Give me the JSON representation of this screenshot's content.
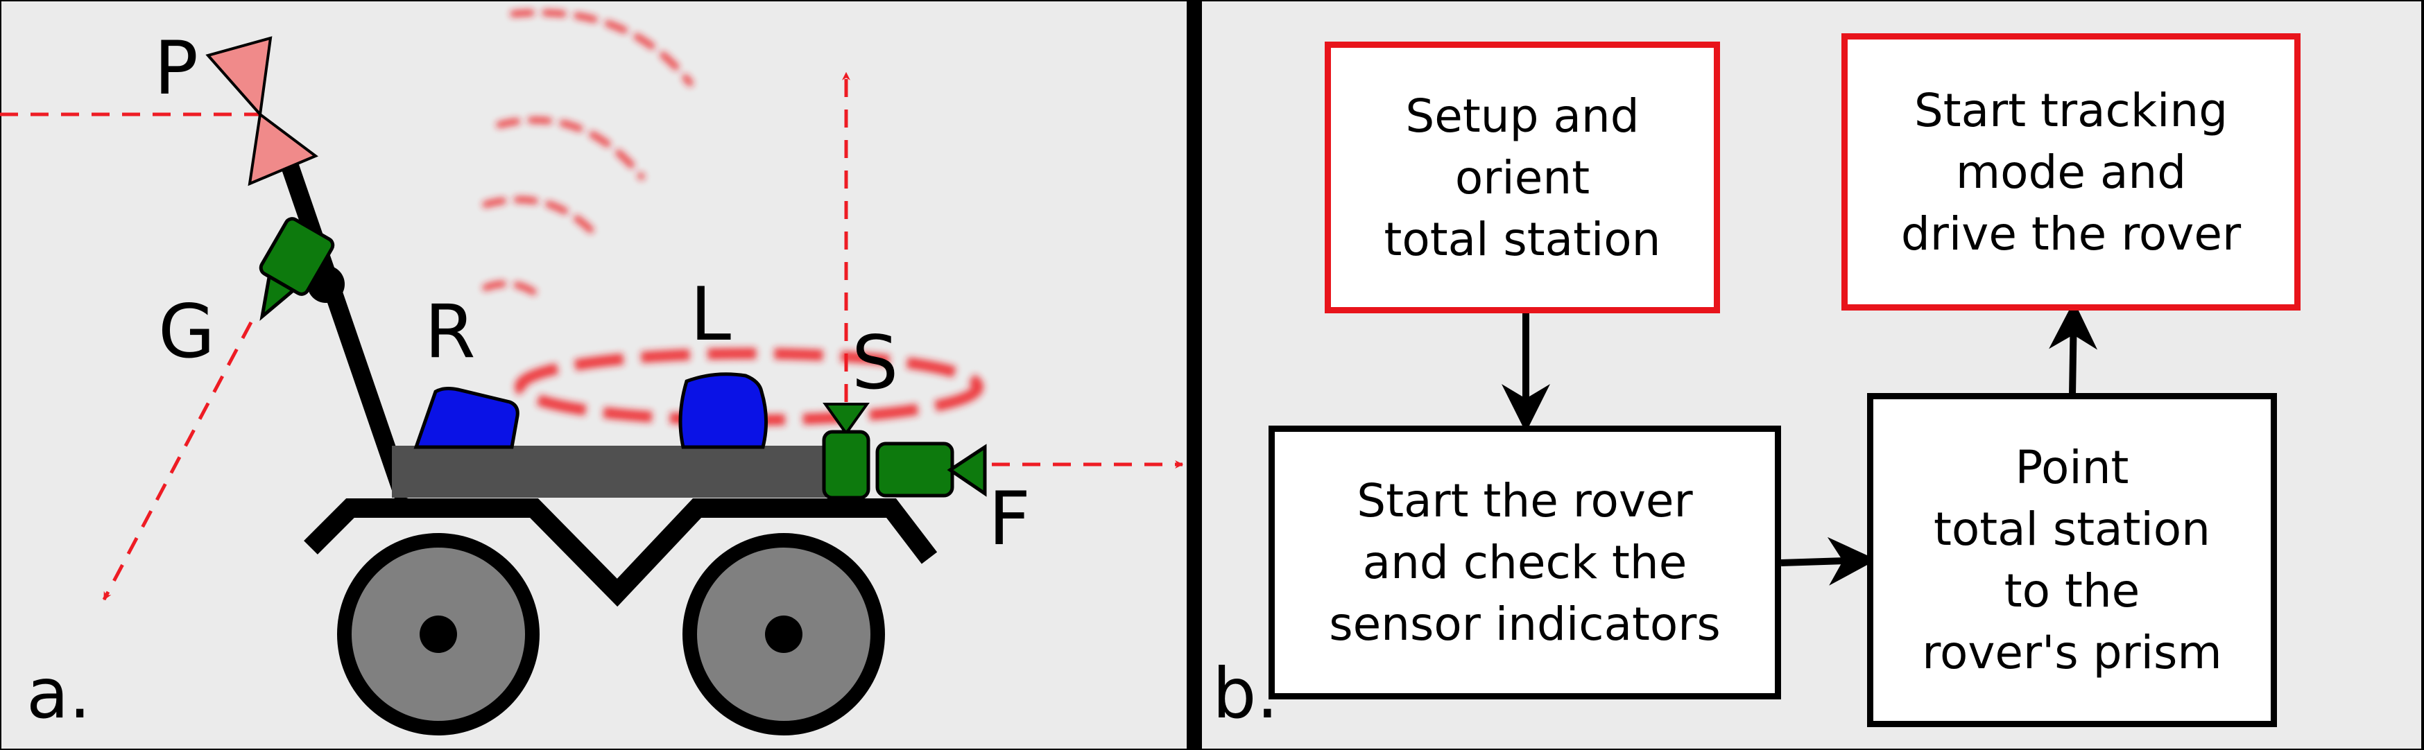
{
  "panel_a": {
    "panel_label": "a.",
    "components": {
      "prism": "P",
      "gnss_camera": "G",
      "radar": "R",
      "lidar": "L",
      "side_camera": "S",
      "front_camera": "F"
    }
  },
  "panel_b": {
    "panel_label": "b.",
    "steps": [
      "Setup and\norient\ntotal station",
      "Start the rover\nand check the\nsensor indicators",
      "Point\ntotal station\nto the\nrover's prism",
      "Start tracking\nmode and\ndrive the rover"
    ]
  },
  "colors": {
    "background": "#ebebeb",
    "frame": "#000000",
    "signal": "#ee1c24",
    "sensor_blue": "#0a12e6",
    "camera_green": "#0d7a0d",
    "prism_pink": "#f08a8a",
    "wheel_gray": "#808080",
    "deck_gray": "#505050",
    "box_red": "#e8141b"
  }
}
